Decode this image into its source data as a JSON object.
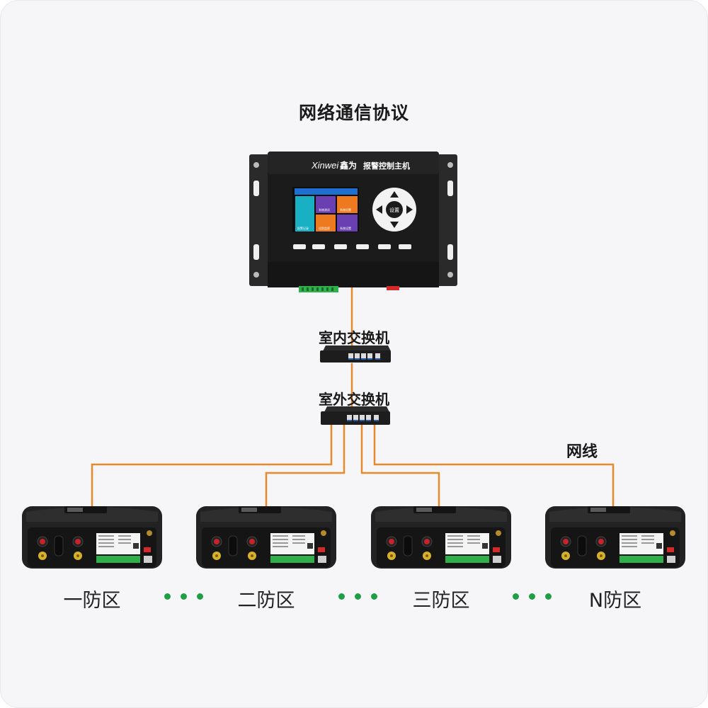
{
  "title": "网络通信协议",
  "controller": {
    "brand_logo": "Xinwei",
    "brand_cn": "鑫为",
    "product_name": "报警控制主机",
    "screen_tiles": [
      "报警记录",
      "系统测试",
      "系统设置",
      "设防监视",
      "系统设置"
    ],
    "nav_center": "设置"
  },
  "switches": {
    "indoor": "室内交换机",
    "outdoor": "室外交换机"
  },
  "cable_label": "网线",
  "zones": [
    "一防区",
    "二防区",
    "三防区",
    "N防区"
  ],
  "colors": {
    "background": "#f6f6f8",
    "cable": "#e8892b",
    "dots": "#1e9e45",
    "device": "#1b1b1b"
  }
}
